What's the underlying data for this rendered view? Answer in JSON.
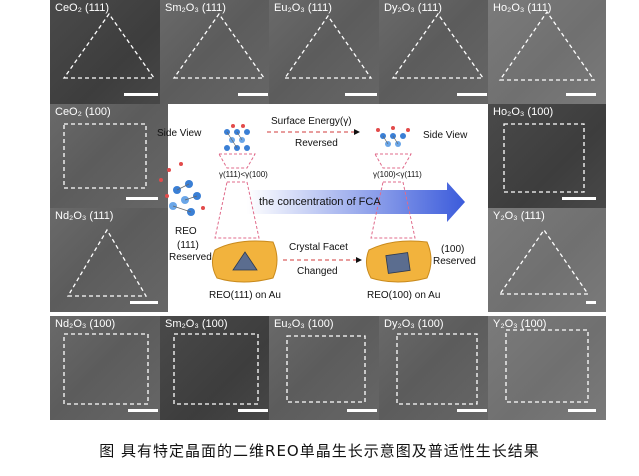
{
  "top_row": [
    {
      "label": "CeO₂ (111)"
    },
    {
      "label": "Sm₂O₃ (111)"
    },
    {
      "label": "Eu₂O₃ (111)"
    },
    {
      "label": "Dy₂O₃ (111)"
    },
    {
      "label": "Ho₂O₃ (111)"
    }
  ],
  "left_col": [
    {
      "label": "CeO₂ (100)"
    },
    {
      "label": "Nd₂O₃ (111)"
    }
  ],
  "right_col": [
    {
      "label": "Ho₂O₃ (100)"
    },
    {
      "label": "Y₂O₃ (111)"
    }
  ],
  "bottom_row": [
    {
      "label": "Nd₂O₃ (100)"
    },
    {
      "label": "Sm₂O₃ (100)"
    },
    {
      "label": "Eu₂O₃ (100)"
    },
    {
      "label": "Dy₂O₃ (100)"
    },
    {
      "label": "Y₂O₃ (100)"
    }
  ],
  "schematic": {
    "side_view_left": "Side View",
    "side_view_right": "Side View",
    "surface_energy": "Surface Energy(γ)",
    "reversed": "Reversed",
    "gamma_left": "γ(111)<γ(100)",
    "gamma_right": "γ(100)<γ(111)",
    "fca_label": "the concentration of FCA",
    "reo": "REO",
    "reserved_111_a": "(111)",
    "reserved_111_b": "Reserved",
    "crystal_facet": "Crystal Facet",
    "changed": "Changed",
    "reserved_100_a": "(100)",
    "reserved_100_b": "Reserved",
    "reo111_au": "REO(111) on Au",
    "reo100_au": "REO(100) on Au"
  },
  "caption": "图 具有特定晶面的二维REO单晶生长示意图及普适性生长结果",
  "colors": {
    "arrow_start": "#ffffff",
    "arrow_end": "#3b5bdb",
    "substrate": "#f2b33d",
    "dashed_pink": "#e06b8b"
  }
}
